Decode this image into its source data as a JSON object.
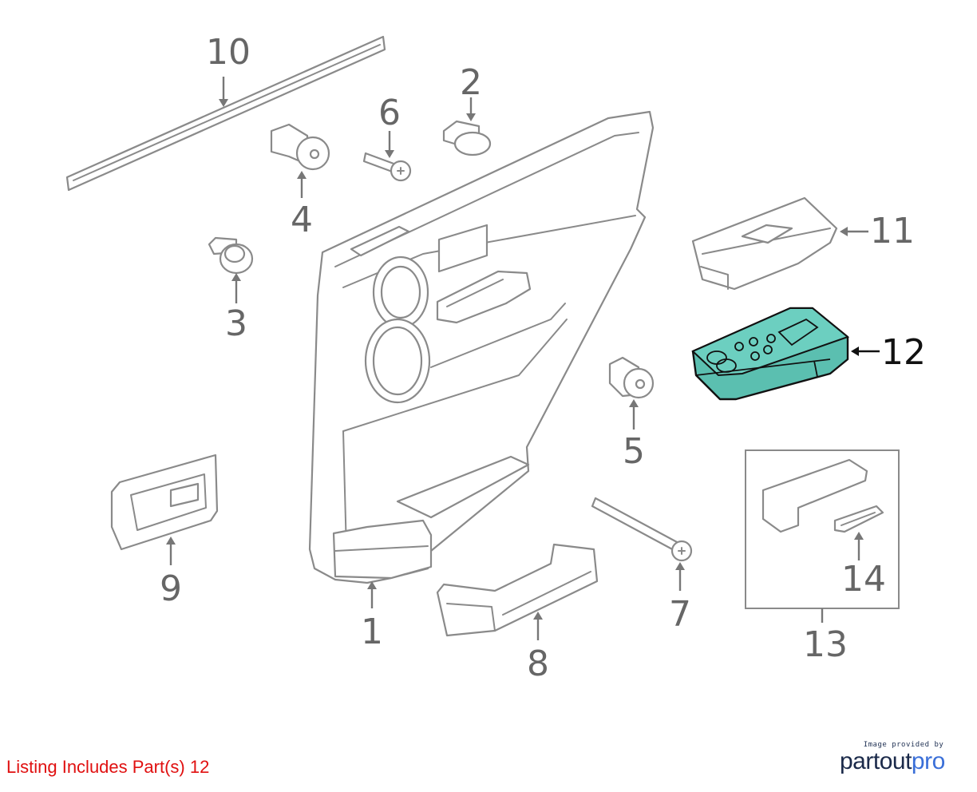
{
  "diagram": {
    "callouts": [
      {
        "id": "1",
        "label": "1"
      },
      {
        "id": "2",
        "label": "2"
      },
      {
        "id": "3",
        "label": "3"
      },
      {
        "id": "4",
        "label": "4"
      },
      {
        "id": "5",
        "label": "5"
      },
      {
        "id": "6",
        "label": "6"
      },
      {
        "id": "7",
        "label": "7"
      },
      {
        "id": "8",
        "label": "8"
      },
      {
        "id": "9",
        "label": "9"
      },
      {
        "id": "10",
        "label": "10"
      },
      {
        "id": "11",
        "label": "11"
      },
      {
        "id": "12",
        "label": "12"
      },
      {
        "id": "13",
        "label": "13"
      },
      {
        "id": "14",
        "label": "14"
      }
    ],
    "highlighted_part": "12",
    "highlight_color": "#5bbfb0"
  },
  "listing": {
    "prefix": "Listing Includes Part(s)",
    "parts": "12"
  },
  "branding": {
    "provided_by": "Image provided by",
    "name_part1": "partout",
    "name_part2": "pro"
  }
}
